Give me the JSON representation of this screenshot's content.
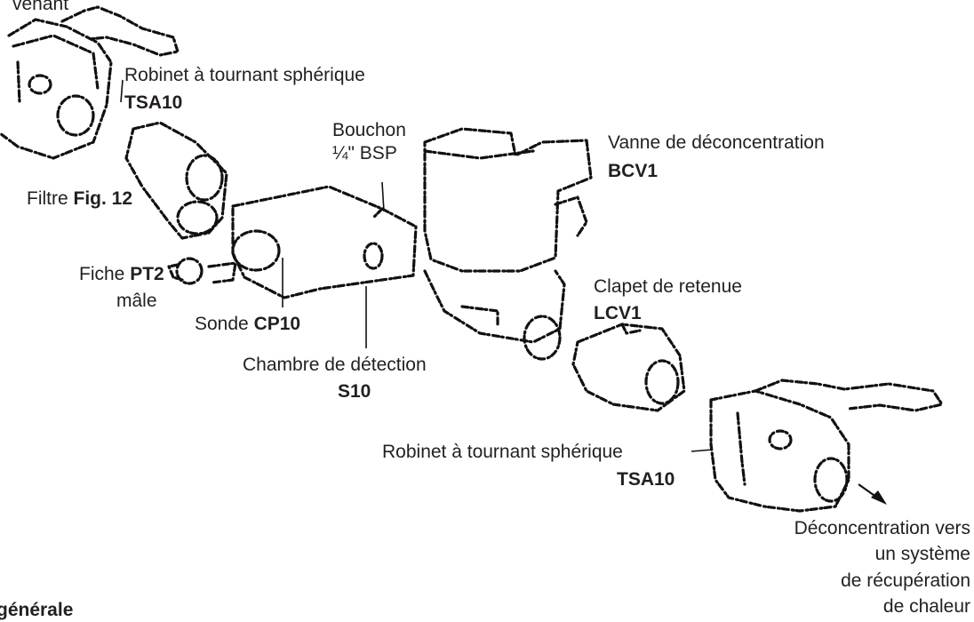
{
  "labels": {
    "incoming": "venant",
    "valve_top_name": "Robinet à tournant sphérique",
    "valve_top_code": "TSA10",
    "filter_prefix": "Filtre ",
    "filter_ref": "Fig. 12",
    "plug_line1": "Bouchon",
    "plug_line2": "¼\" BSP",
    "blowdown_valve_name": "Vanne de déconcentration",
    "blowdown_valve_code": "BCV1",
    "connector_prefix": "Fiche ",
    "connector_code": "PT2",
    "connector_suffix": "mâle",
    "probe_prefix": "Sonde ",
    "probe_code": "CP10",
    "check_valve_name": "Clapet de retenue",
    "check_valve_code": "LCV1",
    "chamber_name": "Chambre de détection",
    "chamber_code": "S10",
    "valve_bottom_name": "Robinet à tournant sphérique",
    "valve_bottom_code": "TSA10",
    "outlet_line1": "Déconcentration vers",
    "outlet_line2": "un système",
    "outlet_line3": "de récupération",
    "outlet_line4": "de chaleur",
    "caption_fragment": "générale"
  }
}
